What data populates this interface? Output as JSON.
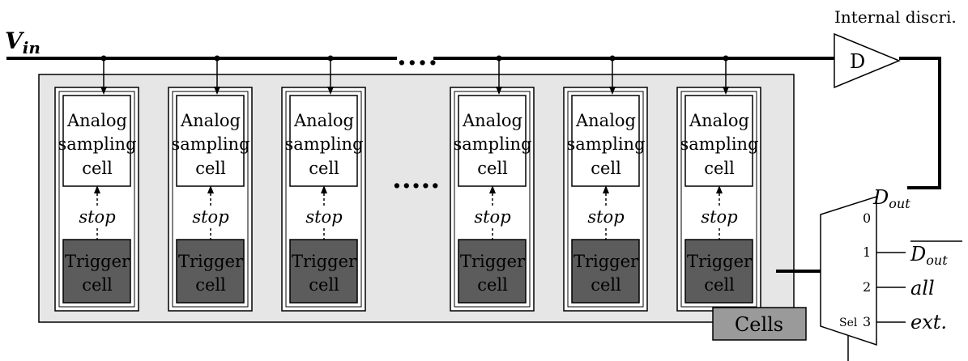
{
  "vin_label": "V",
  "vin_sub": "in",
  "discri_label": "Internal discri.",
  "discri_symbol": "D",
  "ellipsis": "....",
  "ellipsis_mid": ".....",
  "channels": [
    {
      "cell_line1": "Analog",
      "cell_line2": "sampling",
      "cell_line3": "cell",
      "stop": "stop",
      "trigger_line1": "Trigger",
      "trigger_line2": "cell"
    },
    {
      "cell_line1": "Analog",
      "cell_line2": "sampling",
      "cell_line3": "cell",
      "stop": "stop",
      "trigger_line1": "Trigger",
      "trigger_line2": "cell"
    },
    {
      "cell_line1": "Analog",
      "cell_line2": "sampling",
      "cell_line3": "cell",
      "stop": "stop",
      "trigger_line1": "Trigger",
      "trigger_line2": "cell"
    },
    {
      "cell_line1": "Analog",
      "cell_line2": "sampling",
      "cell_line3": "cell",
      "stop": "stop",
      "trigger_line1": "Trigger",
      "trigger_line2": "cell"
    },
    {
      "cell_line1": "Analog",
      "cell_line2": "sampling",
      "cell_line3": "cell",
      "stop": "stop",
      "trigger_line1": "Trigger",
      "trigger_line2": "cell"
    },
    {
      "cell_line1": "Analog",
      "cell_line2": "sampling",
      "cell_line3": "cell",
      "stop": "stop",
      "trigger_line1": "Trigger",
      "trigger_line2": "cell"
    }
  ],
  "cells_badge": "Cells",
  "mux": {
    "inputs": [
      {
        "index": "0",
        "label": "D",
        "sub": "out",
        "overline": false
      },
      {
        "index": "1",
        "label": "D",
        "sub": "out",
        "overline": true
      },
      {
        "index": "2",
        "label": "all",
        "sub": "",
        "overline": false
      },
      {
        "index": "3",
        "label": "ext.",
        "sub": "",
        "overline": false
      }
    ],
    "sel_label": "Sel"
  },
  "colors": {
    "panel_fill": "#e6e6e6",
    "trigger_fill": "#5c5c5c",
    "badge_fill": "#9a9a9a",
    "line": "#000000"
  }
}
